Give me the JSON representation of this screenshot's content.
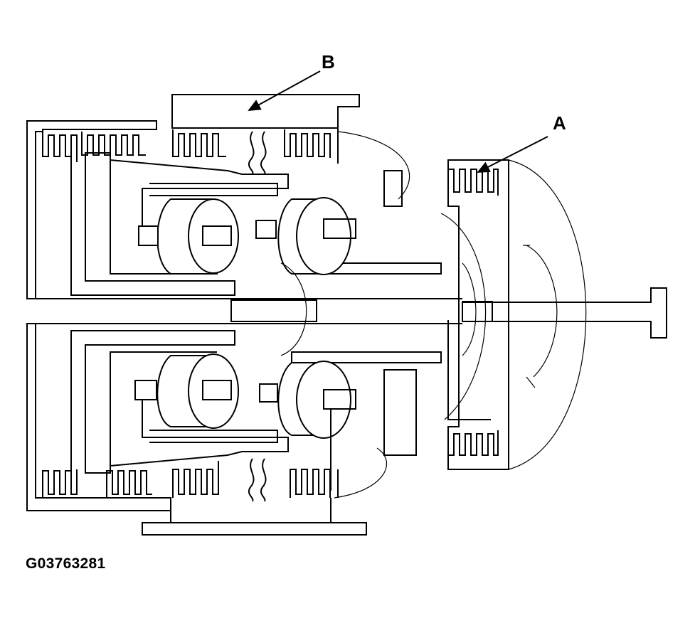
{
  "figure": {
    "callout_a": "A",
    "callout_b": "B",
    "figure_id": "G03763281"
  },
  "colors": {
    "line": "#000000",
    "background": "#ffffff"
  }
}
